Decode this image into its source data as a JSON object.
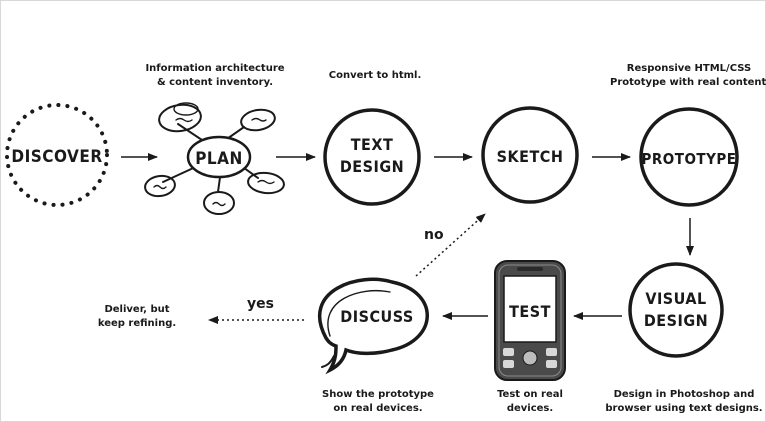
{
  "nodes": {
    "discover": {
      "label": "DISCOVER"
    },
    "plan": {
      "label": "PLAN"
    },
    "text_design": {
      "line1": "TEXT",
      "line2": "DESIGN"
    },
    "sketch": {
      "label": "SKETCH"
    },
    "prototype": {
      "label": "PROTOTYPE"
    },
    "visual_design": {
      "line1": "VISUAL",
      "line2": "DESIGN"
    },
    "test": {
      "label": "TEST"
    },
    "discuss": {
      "label": "DISCUSS"
    }
  },
  "captions": {
    "plan": {
      "line1": "Information architecture",
      "line2": "& content inventory."
    },
    "text_design": {
      "line1": "Convert to html."
    },
    "prototype": {
      "line1": "Responsive HTML/CSS",
      "line2": "Prototype with real content."
    },
    "visual_design": {
      "line1": "Design in Photoshop and",
      "line2": "browser using text designs."
    },
    "test": {
      "line1": "Test on real",
      "line2": "devices."
    },
    "discuss": {
      "line1": "Show the prototype",
      "line2": "on real devices."
    },
    "deliver": {
      "line1": "Deliver, but",
      "line2": "keep refining."
    }
  },
  "edge_labels": {
    "no": "no",
    "yes": "yes"
  }
}
